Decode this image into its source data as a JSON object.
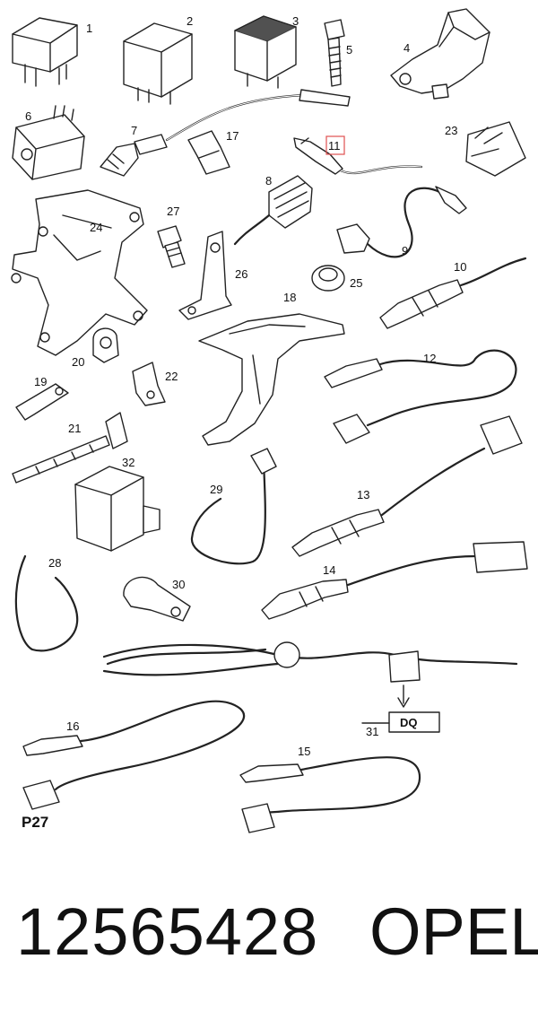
{
  "diagram": {
    "labels": {
      "p1": "1",
      "p2": "2",
      "p3": "3",
      "p4": "4",
      "p5": "5",
      "p6": "6",
      "p7": "7",
      "p8": "8",
      "p9": "9",
      "p10": "10",
      "p11": "11",
      "p12": "12",
      "p13": "13",
      "p14": "14",
      "p15": "15",
      "p16": "16",
      "p17": "17",
      "p18": "18",
      "p19": "19",
      "p20": "20",
      "p21": "21",
      "p22": "22",
      "p23": "23",
      "p24": "24",
      "p25": "25",
      "p26": "26",
      "p27": "27",
      "p28": "28",
      "p29": "29",
      "p30": "30",
      "p31": "31",
      "p32": "32"
    },
    "code_box": "DQ",
    "page_ref": "P27",
    "highlight_color": "#e05050"
  },
  "footer": {
    "part_number": "12565428",
    "brand": "OPEL"
  }
}
